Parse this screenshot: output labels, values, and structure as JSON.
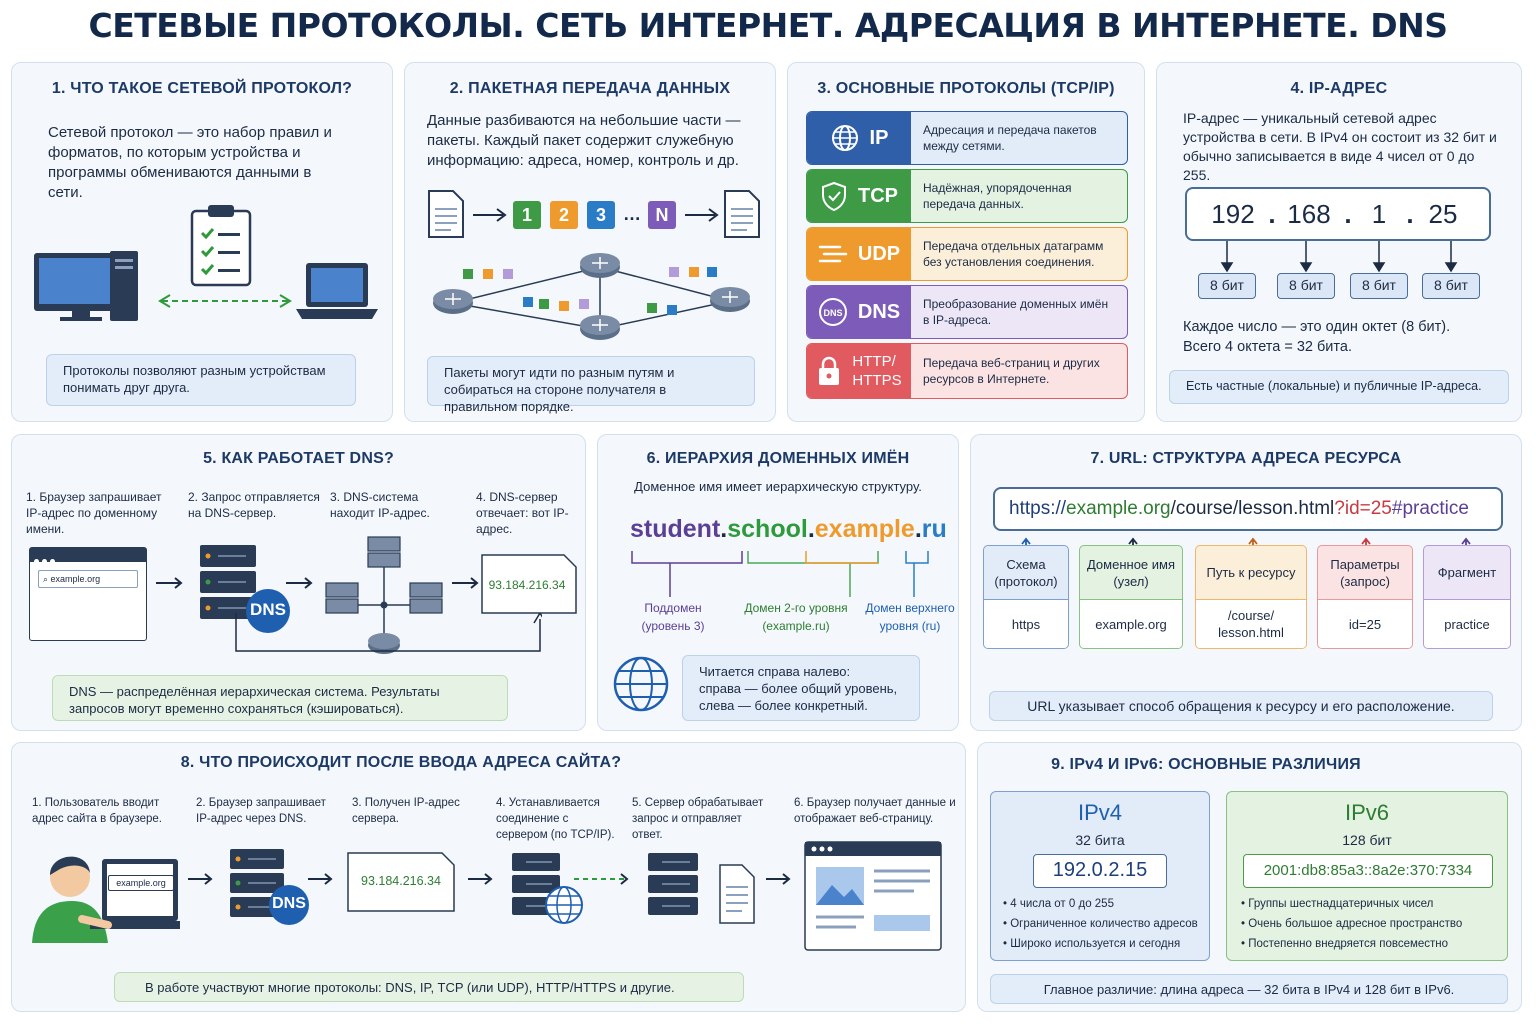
{
  "title": "СЕТЕВЫЕ ПРОТОКОЛЫ. СЕТЬ ИНТЕРНЕТ. АДРЕСАЦИЯ В ИНТЕРНЕТЕ. DNS",
  "p1": {
    "title": "1. ЧТО ТАКОЕ СЕТЕВОЙ ПРОТОКОЛ?",
    "text": "Сетевой протокол — это набор правил и форматов, по которым устройства и программы обмениваются данными в сети.",
    "note": "Протоколы позволяют разным устройствам понимать друг друга."
  },
  "p2": {
    "title": "2. ПАКЕТНАЯ ПЕРЕДАЧА ДАННЫХ",
    "text": "Данные разбиваются на небольшие части — пакеты. Каждый пакет содержит служебную информацию: адреса, номер, контроль и др.",
    "packets": [
      "1",
      "2",
      "3",
      "…",
      "N"
    ],
    "note": "Пакеты могут идти по разным путям и собираться на стороне получателя в правильном порядке."
  },
  "p3": {
    "title": "3. ОСНОВНЫЕ ПРОТОКОЛЫ (TCP/IP)",
    "items": [
      {
        "name": "IP",
        "desc": "Адресация и передача пакетов между сетями.",
        "color": "#2f5fa8",
        "bg": "#e2ecf8",
        "icon": "globe-icon"
      },
      {
        "name": "TCP",
        "desc": "Надёжная, упорядоченная передача данных.",
        "color": "#3f9a46",
        "bg": "#e3f2e1",
        "icon": "shield-check-icon"
      },
      {
        "name": "UDP",
        "desc": "Передача отдельных датаграмм без установления соединения.",
        "color": "#ef9a2c",
        "bg": "#fcefd9",
        "icon": "speed-lines-icon"
      },
      {
        "name": "DNS",
        "desc": "Преобразование доменных имён в IP-адреса.",
        "color": "#7c5cb8",
        "bg": "#ece6f6",
        "icon": "dns-badge-icon"
      },
      {
        "name": "HTTP/\nHTTPS",
        "desc": "Передача веб-страниц и других ресурсов в Интернете.",
        "color": "#e05a5f",
        "bg": "#fbe3e3",
        "icon": "lock-icon"
      }
    ]
  },
  "p4": {
    "title": "4. IP-АДРЕС",
    "text": "IP-адрес — уникальный сетевой адрес устройства в сети. В IPv4 он состоит из 32 бит и обычно записывается в виде 4 чисел от 0 до 255.",
    "octets": [
      "192",
      "168",
      "1",
      "25"
    ],
    "dot": ".",
    "bits": "8 бит",
    "text2": "Каждое число — это один октет (8 бит). Всего 4 октета = 32 бита.",
    "note": "Есть частные (локальные) и публичные IP-адреса."
  },
  "p5": {
    "title": "5. КАК РАБОТАЕТ DNS?",
    "steps": [
      "1. Браузер запрашивает IP-адрес по доменному имени.",
      "2. Запрос отправляется на DNS-сервер.",
      "3. DNS-система находит IP-адрес.",
      "4. DNS-сервер отвечает: вот IP-адрес."
    ],
    "search": "example.org",
    "dns": "DNS",
    "ip": "93.184.216.34",
    "note": "DNS — распределённая иерархическая система. Результаты запросов могут временно сохраняться (кэшироваться)."
  },
  "p6": {
    "title": "6. ИЕРАРХИЯ ДОМЕННЫХ ИМЁН",
    "sub": "Доменное имя имеет иерархическую структуру.",
    "parts": [
      "student",
      ".",
      "school",
      ".",
      "example",
      ".",
      "ru"
    ],
    "labels": [
      "Поддомен\n(уровень 3)",
      "Домен 2-го уровня\n(example.ru)",
      "Домен верхнего\nуровня (ru)"
    ],
    "note": "Читается справа налево:\nсправа — более общий уровень,\nслева — более конкретный."
  },
  "p7": {
    "title": "7. URL: СТРУКТУРА АДРЕСА РЕСУРСА",
    "url": [
      "https://",
      "example.org",
      "/course/lesson.html",
      "?id=25",
      "#practice"
    ],
    "parts": [
      {
        "h": "Схема\n(протокол)",
        "v": "https",
        "c": "#2f5fa8",
        "bg": "#e2ecf8",
        "b": "#7ea0cf"
      },
      {
        "h": "Доменное имя\n(узел)",
        "v": "example.org",
        "c": "#2e7d32",
        "bg": "#e3f2e1",
        "b": "#88c181"
      },
      {
        "h": "Путь к ресурсу",
        "v": "/course/\nlesson.html",
        "c": "#c0601a",
        "bg": "#fcefd9",
        "b": "#f0b66a"
      },
      {
        "h": "Параметры\n(запрос)",
        "v": "id=25",
        "c": "#c83a3f",
        "bg": "#fbe3e3",
        "b": "#e9999b"
      },
      {
        "h": "Фрагмент",
        "v": "practice",
        "c": "#5b3f95",
        "bg": "#ece6f6",
        "b": "#b39bd9"
      }
    ],
    "note": "URL указывает способ обращения к ресурсу и его расположение."
  },
  "p8": {
    "title": "8. ЧТО ПРОИСХОДИТ ПОСЛЕ ВВОДА АДРЕСА САЙТА?",
    "steps": [
      "1. Пользователь вводит адрес сайта в браузере.",
      "2. Браузер запрашивает IP-адрес через DNS.",
      "3. Получен IP-адрес сервера.",
      "4. Устанавливается соединение с сервером (по TCP/IP).",
      "5. Сервер обрабатывает запрос и отправляет ответ.",
      "6. Браузер получает данные и отображает веб-страницу."
    ],
    "screen": "example.org",
    "dns": "DNS",
    "ip": "93.184.216.34",
    "note": "В работе участвуют многие протоколы: DNS, IP, TCP (или UDP), HTTP/HTTPS и другие."
  },
  "p9": {
    "title": "9. IPv4 И IPv6: ОСНОВНЫЕ РАЗЛИЧИЯ",
    "v4": {
      "name": "IPv4",
      "bits": "32 бита",
      "addr": "192.0.2.15",
      "items": [
        "4 числа от 0 до 255",
        "Ограниченное количество адресов",
        "Широко используется и сегодня"
      ]
    },
    "v6": {
      "name": "IPv6",
      "bits": "128 бит",
      "addr": "2001:db8:85a3::8a2e:370:7334",
      "items": [
        "Группы шестнадцатеричных чисел",
        "Очень большое адресное пространство",
        "Постепенно внедряется повсеместно"
      ]
    },
    "note": "Главное различие: длина адреса — 32 бита в IPv4 и 128 бит в IPv6."
  }
}
